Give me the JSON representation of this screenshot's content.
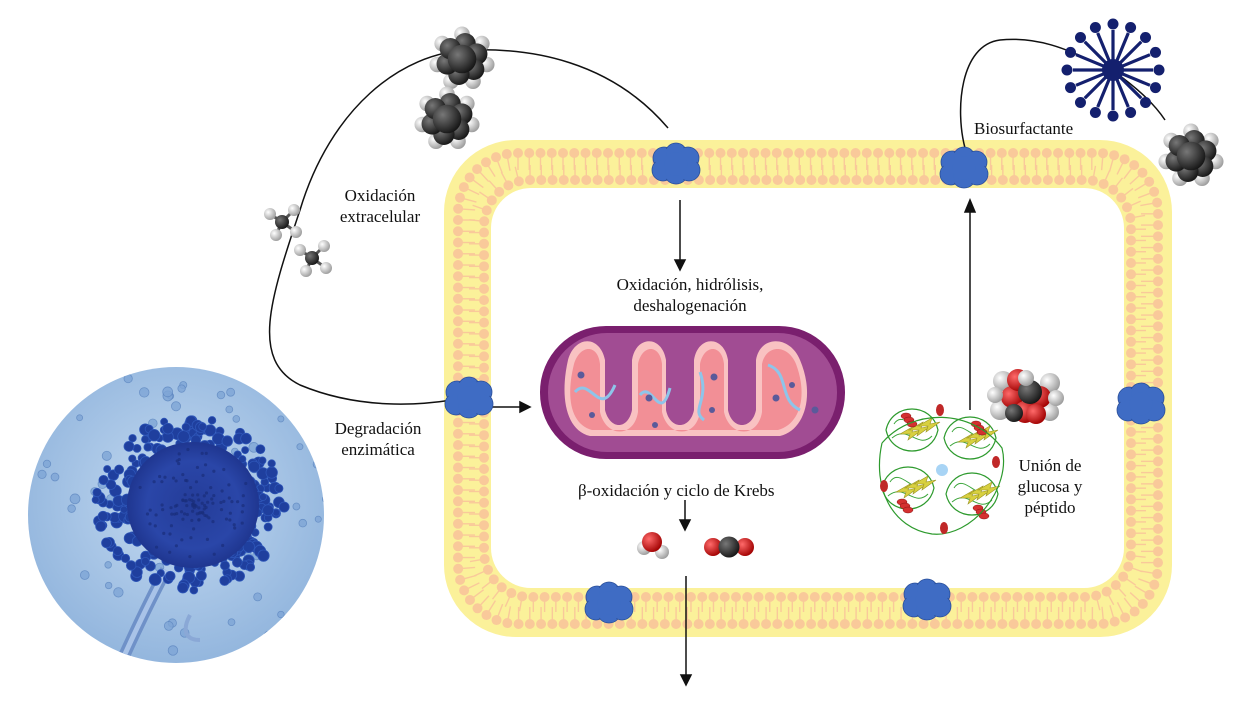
{
  "labels": {
    "biosurfactant": "Biosurfactante",
    "extracellular_oxidation": [
      "Oxidación",
      "extracelular"
    ],
    "enzymatic_degradation": [
      "Degradación",
      "enzimática"
    ],
    "intracellular_reactions": [
      "Oxidación, hidrólisis,",
      "deshalogenación"
    ],
    "beta_oxidation": "β-oxidación y ciclo de Krebs",
    "glucose_peptide": [
      "Unión de",
      "glucosa y",
      "péptido"
    ]
  },
  "colors": {
    "membrane_outer": "#fbf19a",
    "lipid_head": "#f9c99a",
    "transporter": "#3f6cc4",
    "mito_outer": "#7a1f6e",
    "mito_inner": "#f28f96",
    "micro_background": "#a9c7e6",
    "conidia": "#1f3f9e",
    "biosurfactant": "#14206e"
  },
  "icons": [
    "fungus-micrograph",
    "aromatic-hydrocarbon-molecule",
    "methane-molecule",
    "transporter-protein",
    "mitochondrion",
    "water-molecule",
    "carbon-dioxide-molecule",
    "glucose-molecule",
    "peptide-ribbon-structure",
    "biosurfactant-micelle"
  ]
}
